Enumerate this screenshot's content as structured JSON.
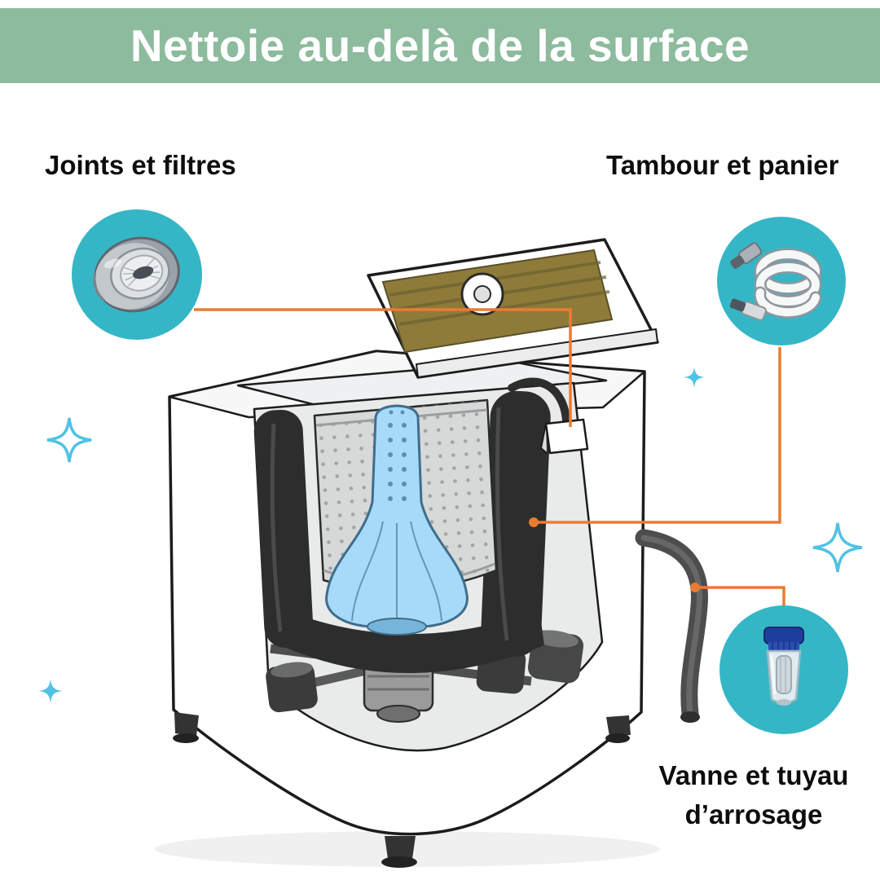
{
  "header": {
    "title": "Nettoie au-delà de la surface"
  },
  "callouts": {
    "joints": {
      "label": "Joints et filtres"
    },
    "tambour": {
      "label": "Tambour et panier"
    },
    "vanne": {
      "line1": "Vanne et tuyau",
      "line2": "d’arrosage"
    }
  },
  "icons": {
    "joints": "seal-filter-icon",
    "tambour": "inlet-hose-icon",
    "vanne": "water-filter-icon"
  },
  "colors": {
    "banner": "#8CBB9D",
    "banner-text": "#FFFFFF",
    "teal": "#35B6C6",
    "orange": "#EA7C31",
    "sparkle": "#4EC3E3",
    "ink": "#0D0D0D",
    "agitator": "#A5DBF8"
  }
}
